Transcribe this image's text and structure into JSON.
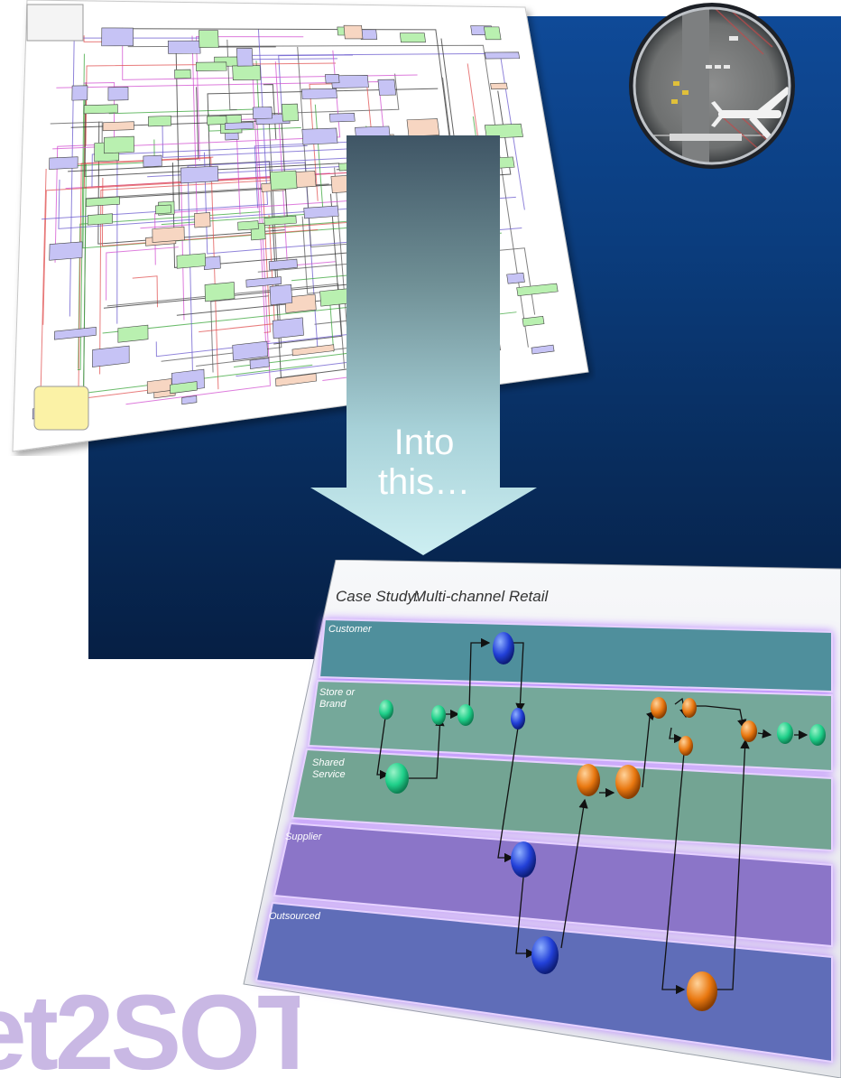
{
  "arrow": {
    "line1": "Into",
    "line2": "this…"
  },
  "case_study": {
    "title_prefix": "Case Study:",
    "title": "Multi-channel Retail",
    "lanes": [
      {
        "label": "Customer",
        "sublabel": ""
      },
      {
        "label": "Store or",
        "sublabel": "Brand"
      },
      {
        "label": "Shared",
        "sublabel": "Service"
      },
      {
        "label": "Supplier",
        "sublabel": ""
      },
      {
        "label": "Outsourced",
        "sublabel": ""
      }
    ]
  },
  "logo": {
    "text": "et2SOT"
  },
  "colors": {
    "blue_panel": "#0b3d7e",
    "arrow_top": "#3f5565",
    "arrow_bottom": "#bfe6ec",
    "lane_teal": "#4f8f9c",
    "lane_green": "#74a89a",
    "lane_purple": "#8b74c8",
    "lane_blue": "#5f6db8",
    "node_green": "#1fd08a",
    "node_blue": "#2240d8",
    "node_orange": "#e97810",
    "logo": "#c9b8e4"
  },
  "icons": {
    "porthole": "airport-aerial-porthole-image"
  }
}
